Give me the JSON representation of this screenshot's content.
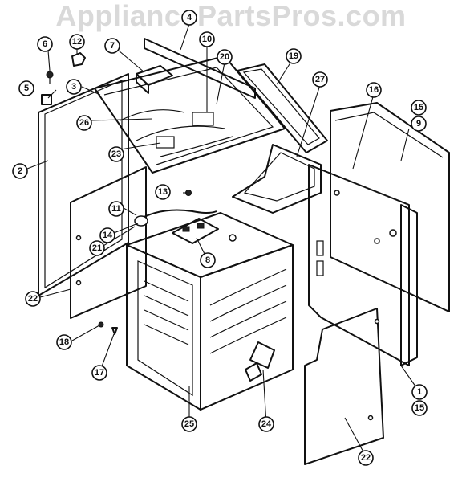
{
  "watermark": "AppliancePartsPros.com",
  "callouts": [
    {
      "id": "c4",
      "label": "4"
    },
    {
      "id": "c6",
      "label": "6"
    },
    {
      "id": "c12",
      "label": "12"
    },
    {
      "id": "c7",
      "label": "7"
    },
    {
      "id": "c10",
      "label": "10"
    },
    {
      "id": "c20",
      "label": "20"
    },
    {
      "id": "c19",
      "label": "19"
    },
    {
      "id": "c27",
      "label": "27"
    },
    {
      "id": "c5",
      "label": "5"
    },
    {
      "id": "c3",
      "label": "3"
    },
    {
      "id": "c16",
      "label": "16"
    },
    {
      "id": "c15a",
      "label": "15"
    },
    {
      "id": "c9",
      "label": "9"
    },
    {
      "id": "c26",
      "label": "26"
    },
    {
      "id": "c23",
      "label": "23"
    },
    {
      "id": "c2",
      "label": "2"
    },
    {
      "id": "c13",
      "label": "13"
    },
    {
      "id": "c11",
      "label": "11"
    },
    {
      "id": "c14",
      "label": "14"
    },
    {
      "id": "c21",
      "label": "21"
    },
    {
      "id": "c8",
      "label": "8"
    },
    {
      "id": "c22a",
      "label": "22"
    },
    {
      "id": "c18",
      "label": "18"
    },
    {
      "id": "c17",
      "label": "17"
    },
    {
      "id": "c25",
      "label": "25"
    },
    {
      "id": "c24",
      "label": "24"
    },
    {
      "id": "c1",
      "label": "1"
    },
    {
      "id": "c15b",
      "label": "15"
    },
    {
      "id": "c22b",
      "label": "22"
    }
  ]
}
